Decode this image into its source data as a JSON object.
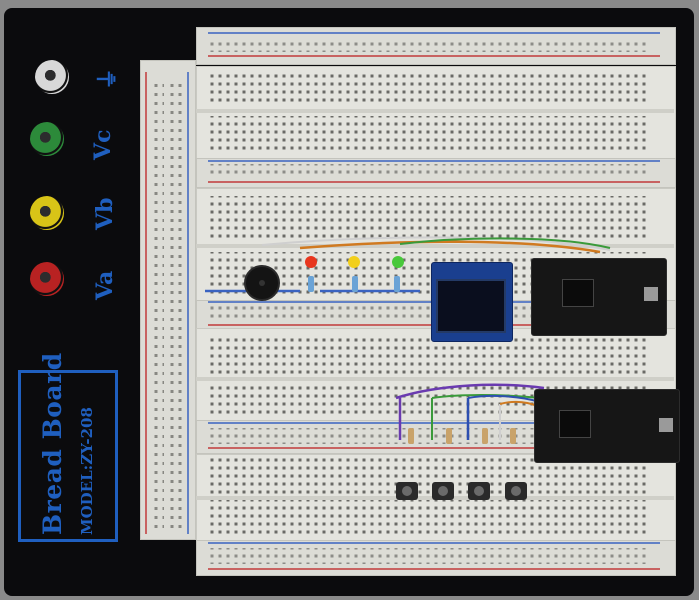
{
  "board": {
    "brand": "Bread Board",
    "model": "MODEL:ZY-208",
    "posts": [
      {
        "label": "⏚",
        "color": "#d8d8d8",
        "icon": "ground-icon"
      },
      {
        "label": "Vc",
        "color": "#2c8a3a"
      },
      {
        "label": "Vb",
        "color": "#d8c417"
      },
      {
        "label": "Va",
        "color": "#b82222"
      }
    ],
    "colors": {
      "logo_blue": "#1f5fbf",
      "rail_red": "#c13a3a",
      "rail_blue": "#3a63c1",
      "led_red": "#e8361e",
      "led_yellow": "#f2cf1b",
      "led_green": "#48c83a",
      "wire_purple": "#6a3ab0",
      "wire_green": "#3a9a3a",
      "wire_blue": "#2d4fb0",
      "wire_orange": "#d07a20"
    }
  }
}
